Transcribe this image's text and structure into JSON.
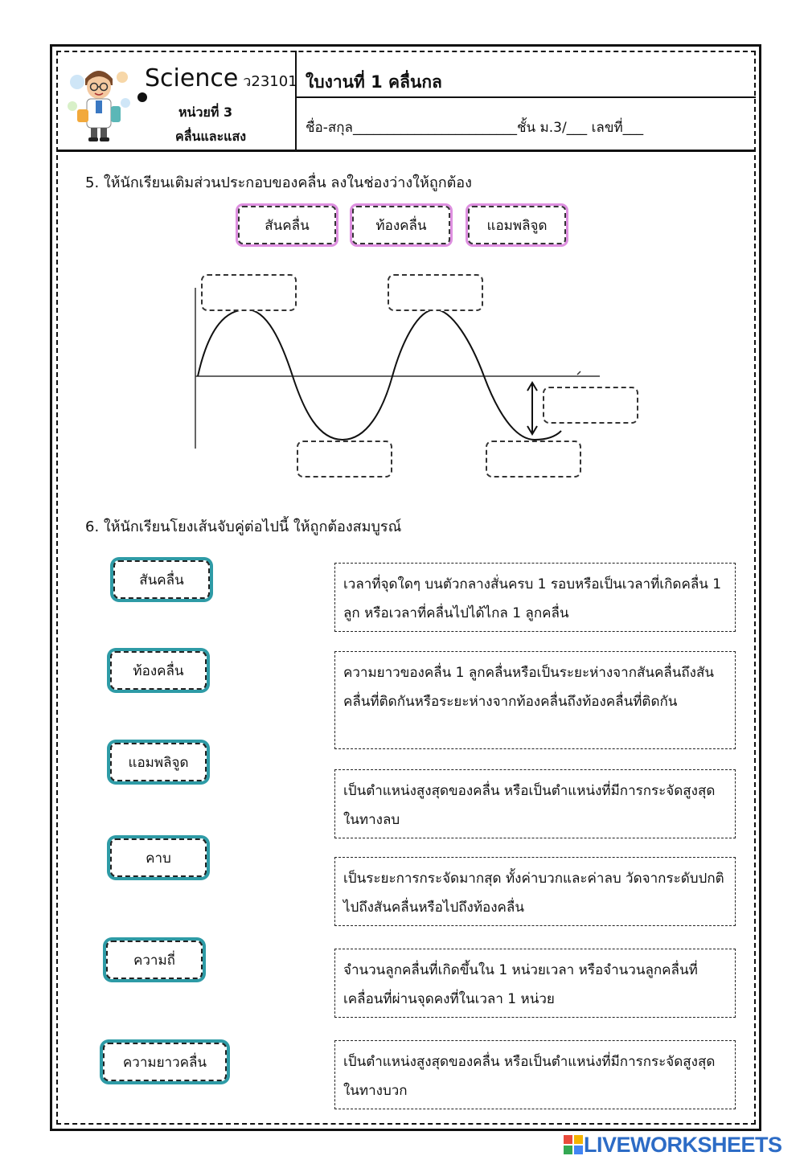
{
  "header": {
    "brand": "Science",
    "course_code": "ว23101",
    "unit_line_1": "หน่วยที่ 3",
    "unit_line_2": "คลื่นและแสง",
    "worksheet_title": "ใบงานที่ 1 คลื่นกล",
    "student_line": "ชื่อ-สกุล________________________ชั้น ม.3/___ เลขที่___"
  },
  "q5": {
    "title": "5. ให้นักเรียนเติมส่วนประกอบของคลื่น ลงในช่องว่างให้ถูกต้อง",
    "word_bank": [
      "สันคลื่น",
      "ท้องคลื่น",
      "แอมพลิจูด"
    ]
  },
  "q6": {
    "title": "6. ให้นักเรียนโยงเส้นจับคู่ต่อไปนี้ ให้ถูกต้องสมบูรณ์",
    "terms": [
      "สันคลื่น",
      "ท้องคลื่น",
      "แอมพลิจูด",
      "คาบ",
      "ความถี่",
      "ความยาวคลื่น"
    ],
    "definitions": [
      "เวลาที่จุดใดๆ บนตัวกลางสั่นครบ 1 รอบหรือเป็นเวลาที่เกิดคลื่น 1 ลูก หรือเวลาที่คลื่นไปได้ไกล 1 ลูกคลื่น",
      "ความยาวของคลื่น 1 ลูกคลื่นหรือเป็นระยะห่างจากสันคลื่นถึงสันคลื่นที่ติดกันหรือระยะห่างจากท้องคลื่นถึงท้องคลื่นที่ติดกัน",
      "เป็นตำแหน่งสูงสุดของคลื่น หรือเป็นตำแหน่งที่มีการกระจัดสูงสุดในทางลบ",
      "เป็นระยะการกระจัดมากสุด ทั้งค่าบวกและค่าลบ วัดจากระดับปกติไปถึงสันคลื่นหรือไปถึงท้องคลื่น",
      "จำนวนลูกคลื่นที่เกิดขึ้นใน 1 หน่วยเวลา หรือจำนวนลูกคลื่นที่เคลื่อนที่ผ่านจุดคงที่ในเวลา 1 หน่วย",
      "เป็นตำแหน่งสูงสุดของคลื่น หรือเป็นตำแหน่งที่มีการกระจัดสูงสุดในทางบวก"
    ]
  },
  "footer": {
    "brand": "LIVEWORKSHEETS"
  },
  "colors": {
    "word_bank_border": "#de8fe0",
    "term_border": "#2e9ba6",
    "footer_blue": "#2d6cc6"
  }
}
